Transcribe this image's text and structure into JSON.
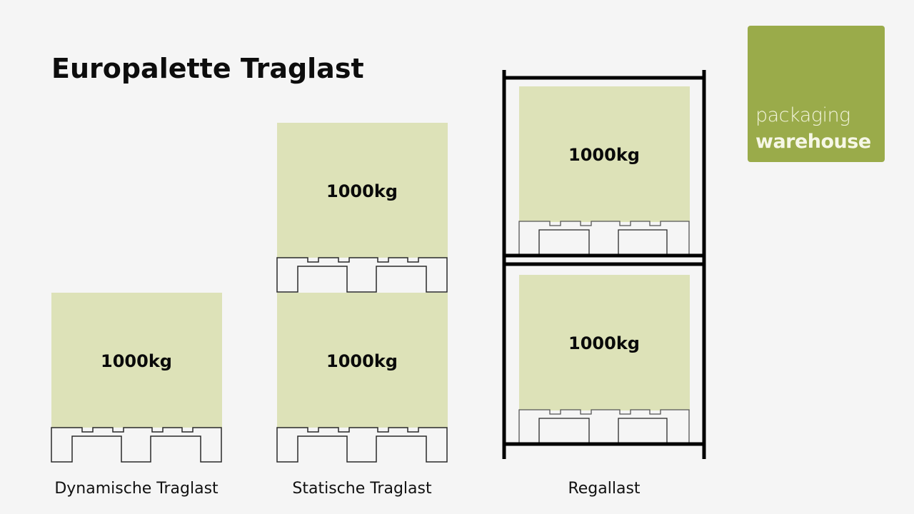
{
  "title": "Europalette Traglast",
  "logo": {
    "line1": "packaging",
    "line2": "warehouse",
    "color": "#9aab4a"
  },
  "colors": {
    "background": "#f5f5f5",
    "load_box": "#dde2b8",
    "outline": "#2a2a2a",
    "rack": "#000000"
  },
  "columns": [
    {
      "caption": "Dynamische Traglast",
      "loads": [
        {
          "label": "1000kg"
        }
      ]
    },
    {
      "caption": "Statische Traglast",
      "loads": [
        {
          "label": "1000kg"
        },
        {
          "label": "1000kg"
        }
      ]
    },
    {
      "caption": "Regallast",
      "loads": [
        {
          "label": "1000kg"
        },
        {
          "label": "1000kg"
        }
      ]
    }
  ]
}
